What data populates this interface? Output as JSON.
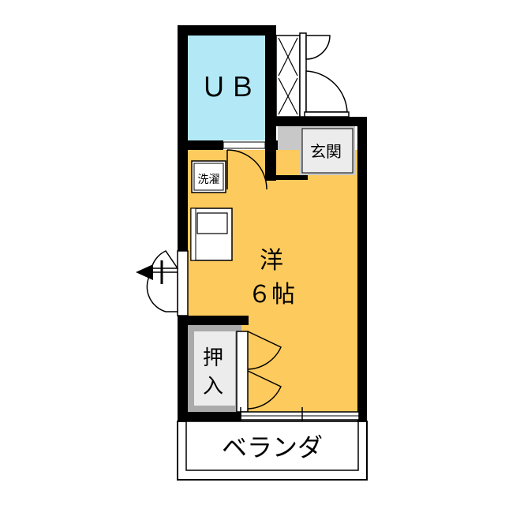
{
  "rooms": {
    "bath": {
      "label": "ＵＢ",
      "color": "#b3e9f7"
    },
    "entrance": {
      "label": "玄関",
      "color": "#c8c8c8"
    },
    "laundry": {
      "label": "洗濯"
    },
    "main_room": {
      "label_line1": "洋",
      "label_line2": "６帖",
      "color": "#fdca5d"
    },
    "closet": {
      "label_line1": "押",
      "label_line2": "入",
      "color": "#ececec"
    },
    "balcony": {
      "label": "ベランダ"
    }
  },
  "colors": {
    "wall": "#000000",
    "floor_main": "#fdca5d",
    "floor_bath": "#b3e9f7",
    "floor_entrance": "#c8c8c8",
    "closet_frame": "#aaaaaa"
  }
}
